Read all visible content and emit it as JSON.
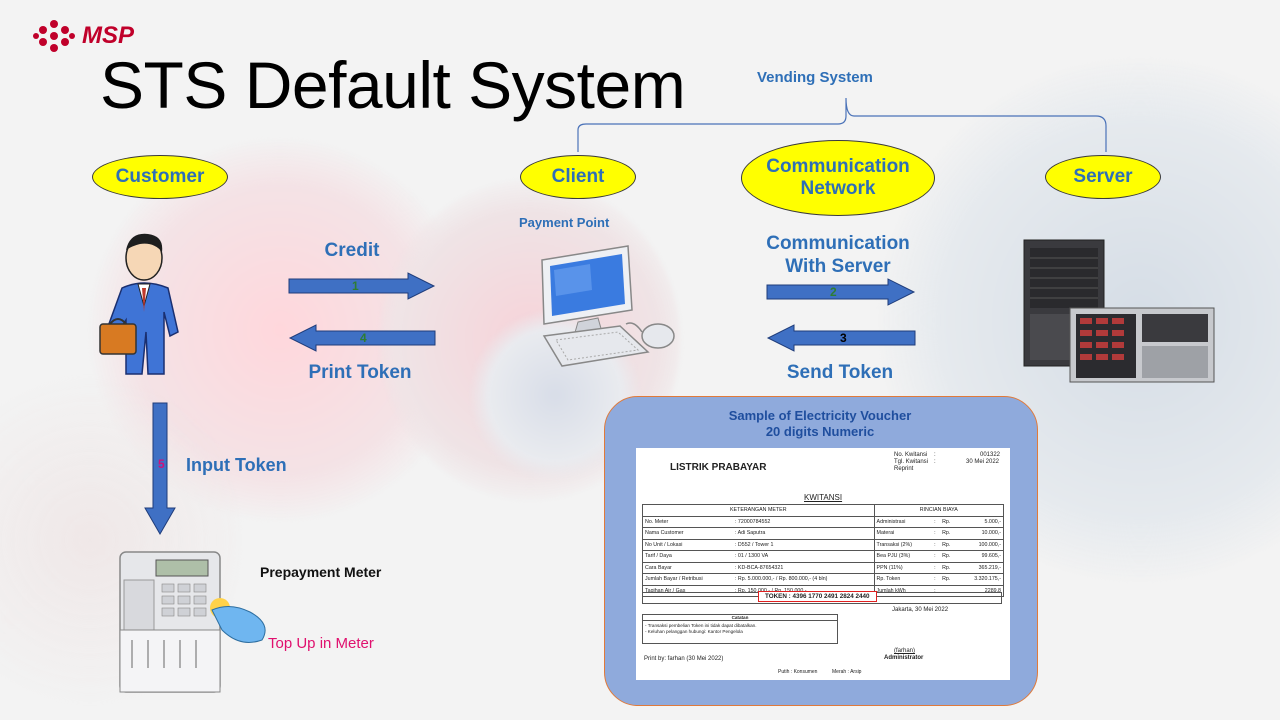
{
  "logo": {
    "text": "MSP"
  },
  "slide": {
    "title": "STS Default System"
  },
  "vending_system": {
    "label": "Vending System"
  },
  "roles": {
    "customer": "Customer",
    "client": "Client",
    "network": "Communication Network",
    "server": "Server"
  },
  "labels": {
    "payment_point": "Payment Point",
    "credit": "Credit",
    "print_token": "Print Token",
    "comm_with_server": "Communication With Server",
    "send_token": "Send Token",
    "input_token": "Input Token",
    "prepayment_meter": "Prepayment Meter",
    "top_up": "Top Up in Meter"
  },
  "arrows": {
    "credit_num": "1",
    "print_num": "4",
    "comm_num": "2",
    "send_num": "3",
    "input_num": "5"
  },
  "voucher": {
    "heading_line1": "Sample of  Electricity Voucher",
    "heading_line2": "20 digits Numeric",
    "company": "LISTRIK PRABAYAR",
    "no_kwitansi_label": "No. Kwitansi",
    "no_kwitansi": "001322",
    "tgl_label": "Tgl. Kwitansi",
    "tgl": "30 Mei 2022",
    "reprint": "Reprint",
    "doc_title": "KWITANSI",
    "left_header": "KETERANGAN METER",
    "right_header": "RINCIAN BIAYA",
    "left_rows": [
      [
        "No. Meter",
        ": 72000784552"
      ],
      [
        "Nama Customer",
        ": Adi Saputra"
      ],
      [
        "No Unit / Lokasi",
        ": D552 / Tower 1"
      ],
      [
        "Tarif / Daya",
        ": 01 / 1300 VA"
      ],
      [
        "Cara Bayar",
        ": KD-BCA-87654321"
      ],
      [
        "Jumlah Bayar / Retribusi",
        ": Rp. 5.000.000,- / Rp.  800.000,- (4 bln)"
      ],
      [
        "Tagihan Air / Gas",
        ": Rp.  150.000,- / Rp.  150.000,-"
      ]
    ],
    "right_rows": [
      [
        "Administrasi",
        ":",
        "Rp.",
        "5.000,-"
      ],
      [
        "Materai",
        ":",
        "Rp.",
        "10.000,-"
      ],
      [
        "Transaksi (2%)",
        ":",
        "Rp.",
        "100.000,-"
      ],
      [
        "Bea PJU (3%)",
        ":",
        "Rp.",
        "99.605,-"
      ],
      [
        "PPN (11%)",
        ":",
        "Rp.",
        "365.219,-"
      ],
      [
        "Rp. Token",
        ":",
        "Rp.",
        "3.320.175,-"
      ],
      [
        "Jumlah kWh",
        ":",
        "",
        "2289.8"
      ]
    ],
    "token": "TOKEN : 4396 1770 2491 2824 2440",
    "place_date": "Jakarta, 30 Mei 2022",
    "catatan_title": "Catatan",
    "catatan_1": "- Transaksi pembelian Token ini tidak dapat dibatalkan.",
    "catatan_2": "- Keluhan pelanggan hubungi: Kantor Pengelola",
    "signer": "(farhan)",
    "signer_role": "Administrator",
    "print_by": "Print by: farhan (30 Mei 2022)",
    "copy_1": "Putih : Konsumen",
    "copy_2": "Merah : Arsip"
  }
}
